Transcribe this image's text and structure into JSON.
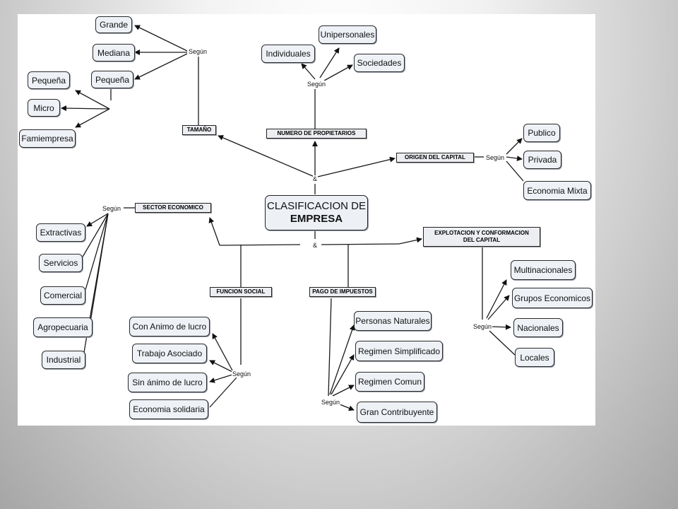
{
  "root": {
    "line1": "CLASIFICACION DE",
    "line2": "EMPRESA"
  },
  "connectors": {
    "segun": "Según",
    "amp": "&"
  },
  "categories": {
    "tamano": "TAMAÑO",
    "numero": "NUMERO DE PROPIETARIOS",
    "origen": "ORIGEN DEL CAPITAL",
    "sector": "SECTOR ECONOMICO",
    "explotacion_1": "EXPLOTACION Y CONFORMACION",
    "explotacion_2": "DEL CAPITAL",
    "funcion": "FUNCION SOCIAL",
    "pago": "PAGO DE IMPUESTOS"
  },
  "leaves": {
    "grande": "Grande",
    "mediana": "Mediana",
    "pequena": "Pequeña",
    "pequena_sub": "Pequeña",
    "micro": "Micro",
    "famiempresa": "Famiempresa",
    "unipersonales": "Unipersonales",
    "individuales": "Individuales",
    "sociedades": "Sociedades",
    "publico": "Publico",
    "privada": "Privada",
    "mixta": "Economia Mixta",
    "extractivas": "Extractivas",
    "servicios": "Servicios",
    "comercial": "Comercial",
    "agropecuaria": "Agropecuaria",
    "industrial": "Industrial",
    "multinacionales": "Multinacionales",
    "grupos": "Grupos Economicos",
    "nacionales": "Nacionales",
    "locales": "Locales",
    "con_animo": "Con Animo de lucro",
    "trabajo": "Trabajo Asociado",
    "sin_animo": "Sin ánimo de lucro",
    "solidaria": "Economia solidaria",
    "naturales": "Personas Naturales",
    "simplificado": "Regimen Simplificado",
    "comun": "Regimen Comun",
    "contribuyente": "Gran Contribuyente"
  }
}
